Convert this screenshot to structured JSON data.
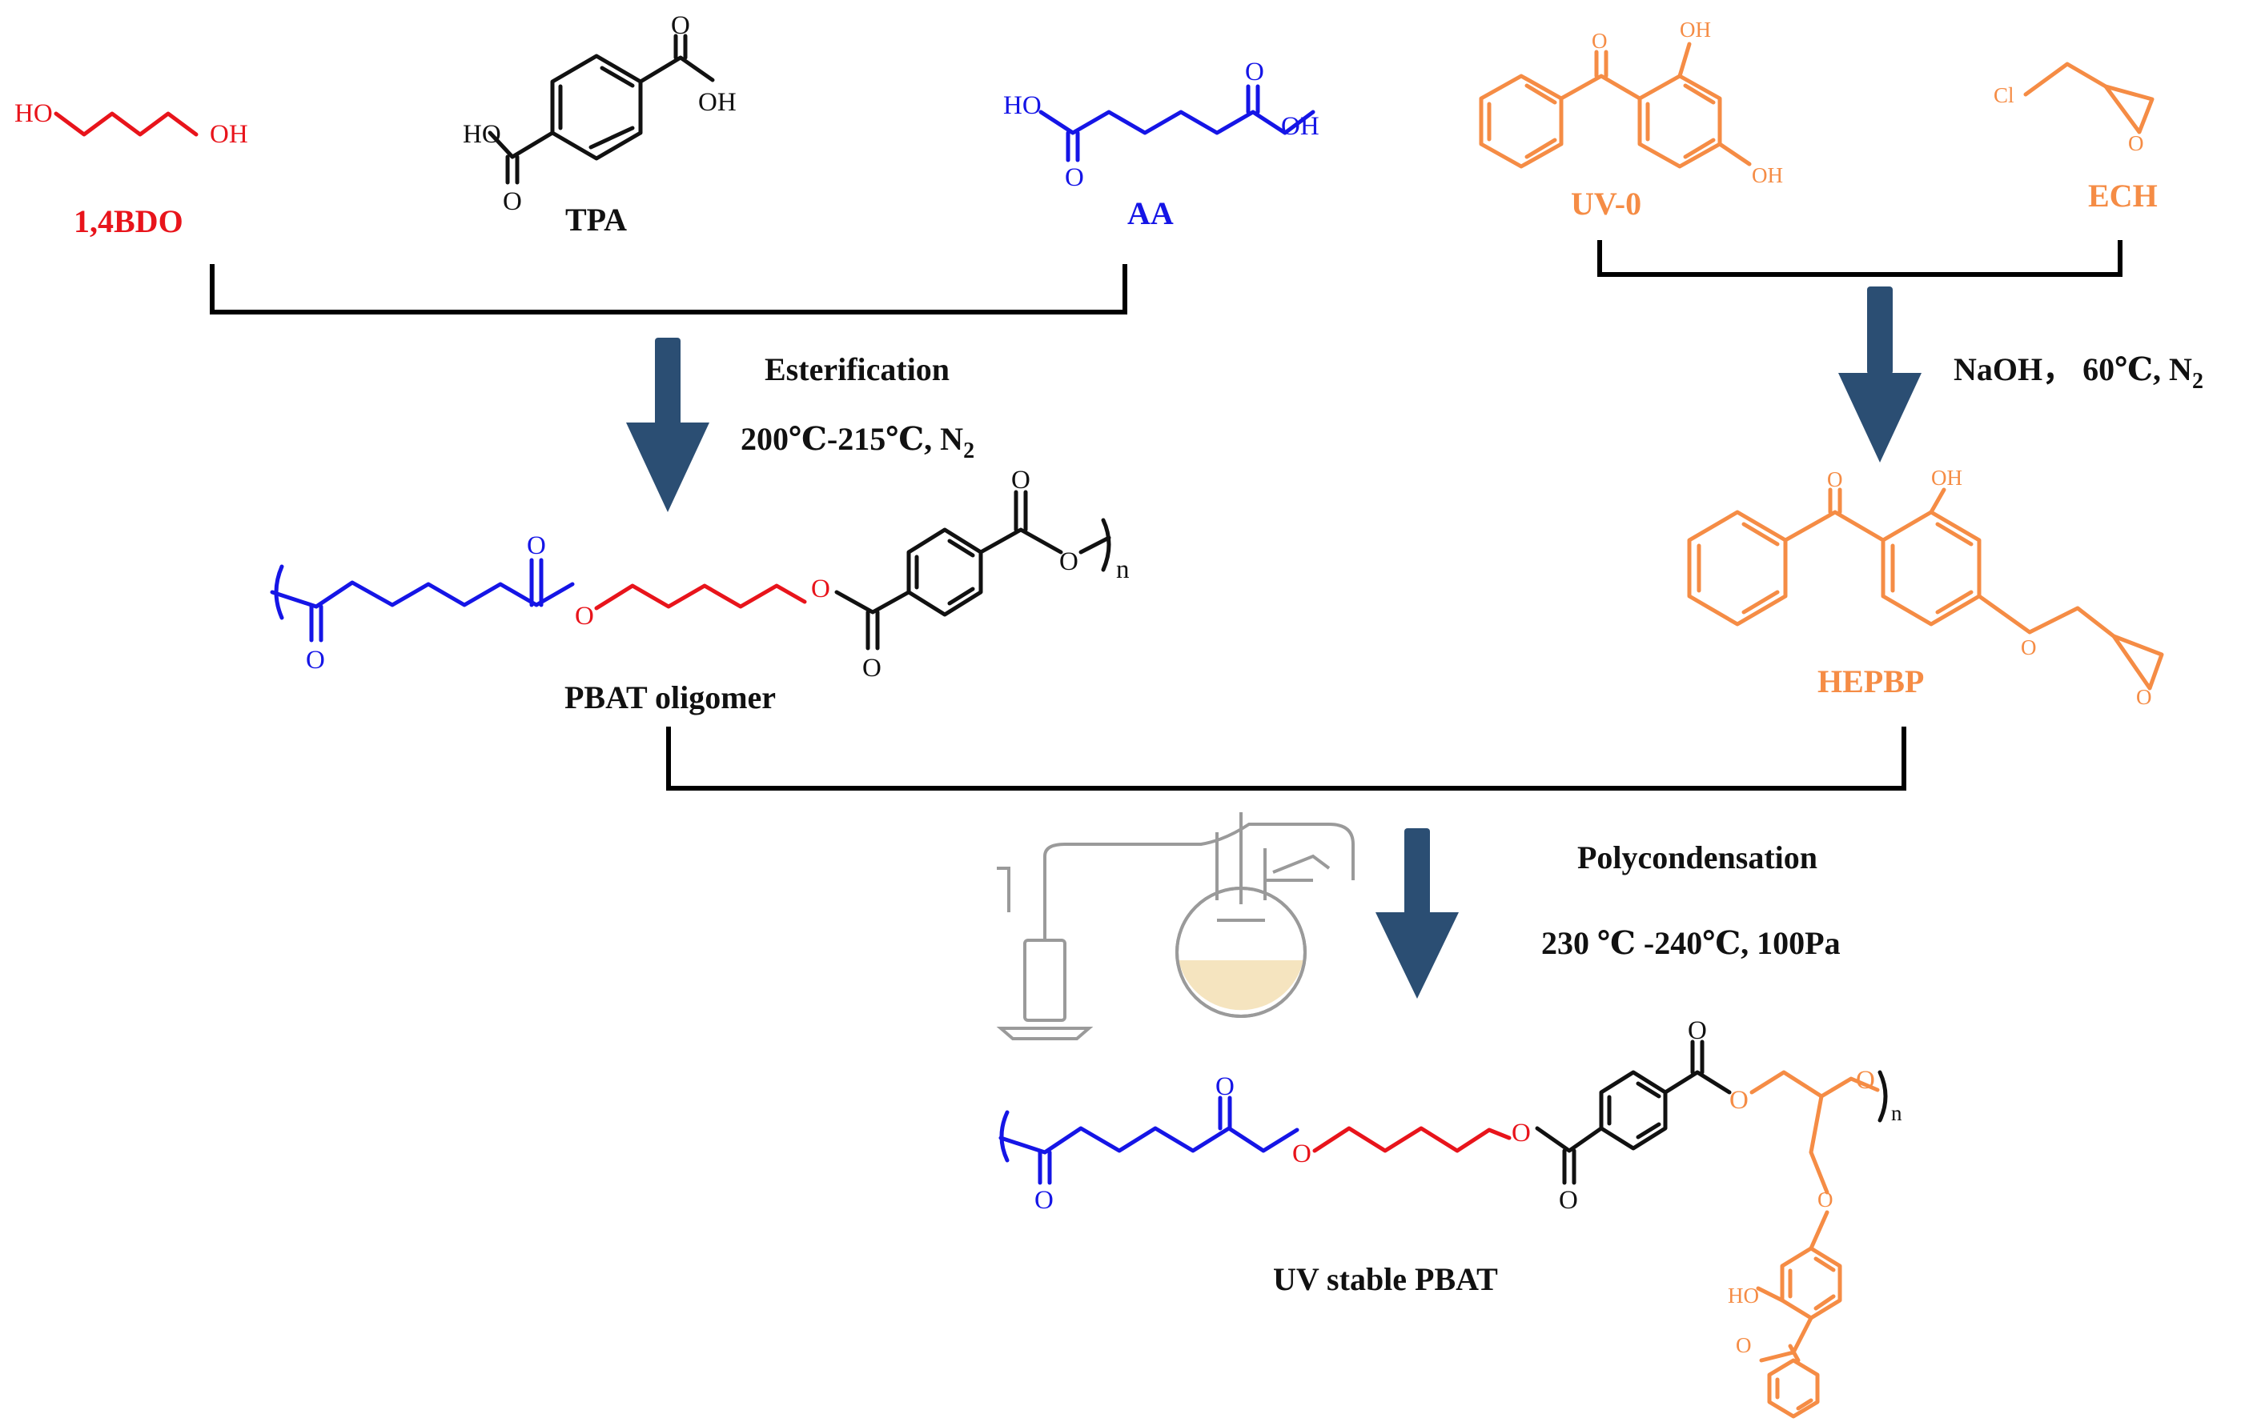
{
  "colors": {
    "bdo": "#e8141b",
    "tpa": "#111111",
    "aa": "#1515e6",
    "uv": "#f58c45",
    "hepbp": "#f58c45",
    "arrow": "#2b4e73",
    "apparatus": "#9a9a9a",
    "flask_fill": "#f5e4bf"
  },
  "reactants": {
    "bdo": {
      "name": "1,4BDO",
      "oh1": "HO",
      "oh2": "OH"
    },
    "tpa": {
      "name": "TPA",
      "oh1": "HO",
      "oh2": "OH",
      "o1": "O",
      "o2": "O"
    },
    "aa": {
      "name": "AA",
      "oh1": "HO",
      "oh2": "OH",
      "o1": "O",
      "o2": "O"
    },
    "uv0": {
      "name": "UV-0",
      "oh1": "OH",
      "oh2": "OH",
      "o1": "O"
    },
    "ech": {
      "name": "ECH",
      "cl": "Cl",
      "o1": "O"
    }
  },
  "steps": {
    "esterification": {
      "label": "Esterification",
      "conditions": "200℃-215℃, N",
      "sub": "2"
    },
    "epoxidation": {
      "conditions": "NaOH， 60℃, N",
      "sub": "2"
    },
    "polycondensation": {
      "label": "Polycondensation",
      "conditions": "230 ℃ -240℃, 100Pa"
    }
  },
  "intermediates": {
    "pbat_oligomer": {
      "name": "PBAT oligomer",
      "o": "O",
      "n": "n"
    },
    "hepbp": {
      "name": "HEPBP",
      "oh": "OH",
      "o": "O"
    }
  },
  "product": {
    "name": "UV stable PBAT",
    "o": "O",
    "n": "n",
    "ho": "HO"
  }
}
